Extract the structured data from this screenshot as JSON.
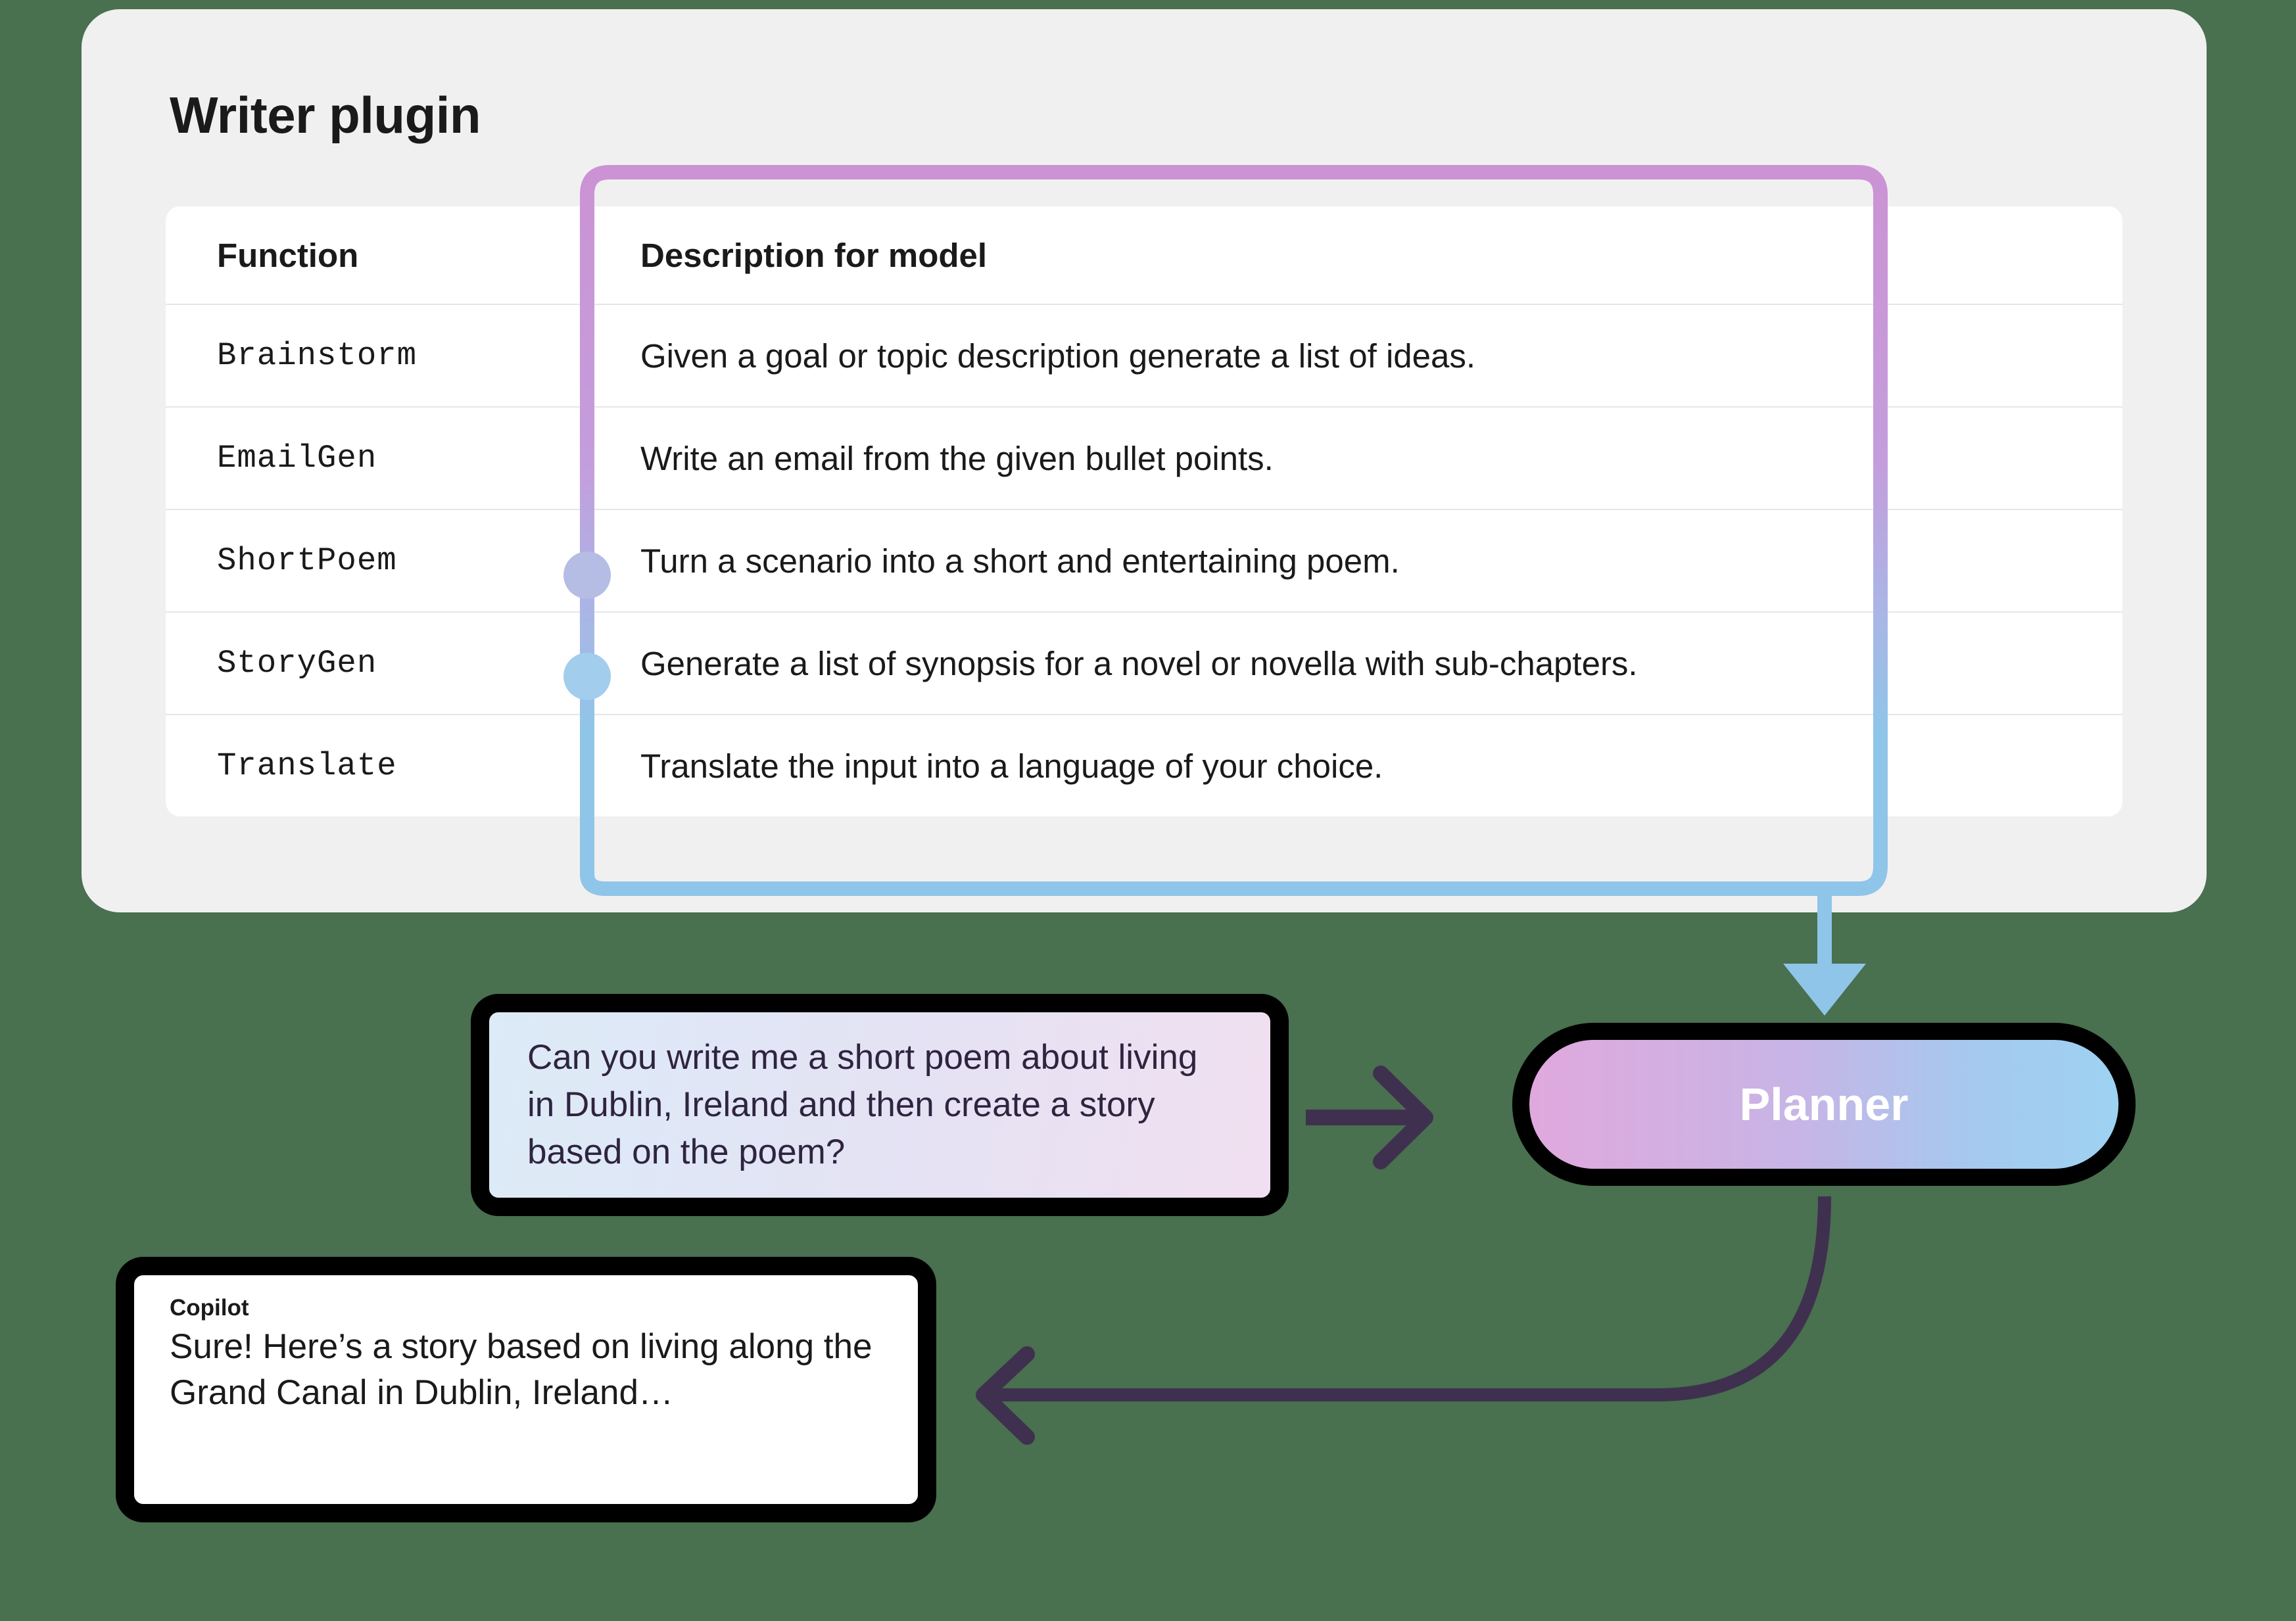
{
  "card": {
    "title": "Writer plugin"
  },
  "table": {
    "headers": {
      "function": "Function",
      "description": "Description for model"
    },
    "rows": [
      {
        "function": "Brainstorm",
        "description": "Given a goal or topic description generate a list of ideas."
      },
      {
        "function": "EmailGen",
        "description": "Write an email from the given bullet points."
      },
      {
        "function": "ShortPoem",
        "description": "Turn a scenario into a short and entertaining poem."
      },
      {
        "function": "StoryGen",
        "description": "Generate a list of synopsis for a novel or novella with sub-chapters."
      },
      {
        "function": "Translate",
        "description": "Translate the input into a language of your choice."
      }
    ]
  },
  "user_message": {
    "text": "Can you write me a short poem about living in Dublin, Ireland and then create a story based on the poem?"
  },
  "planner": {
    "label": "Planner"
  },
  "copilot_message": {
    "sender": "Copilot",
    "text": "Sure! Here’s a story based on living along the Grand Canal in Dublin, Ireland…"
  },
  "colors": {
    "background": "#49704f",
    "card": "#f0f0f0",
    "table": "#ffffff",
    "connector_purple": "#cb93d4",
    "connector_blue": "#8fc5e8",
    "dot_shortpoem": "#b5bde4",
    "dot_storygen": "#a3cdec",
    "arrow_purple": "#40304f",
    "planner_gradient_start": "#e0a9dd",
    "planner_gradient_end": "#9ed2f2",
    "bubble_border": "#000000"
  },
  "icons": {
    "connector_dot_shortpoem": "connector-dot-icon",
    "connector_dot_storygen": "connector-dot-icon",
    "arrow_to_planner": "arrow-right-icon",
    "arrow_down_to_planner": "arrow-down-icon",
    "arrow_to_copilot": "arrow-left-icon"
  }
}
